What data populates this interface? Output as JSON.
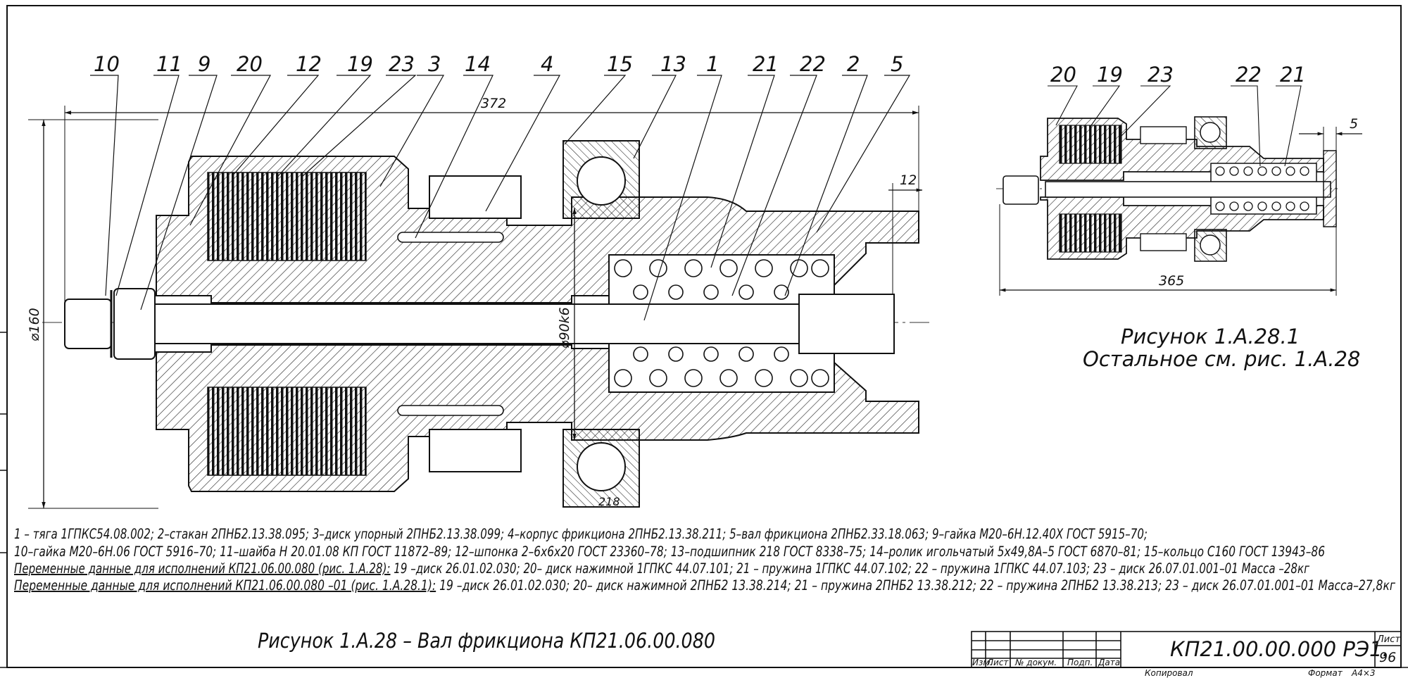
{
  "main_view": {
    "leader_numbers": [
      "10",
      "11",
      "9",
      "20",
      "12",
      "19",
      "23",
      "3",
      "14",
      "4",
      "15",
      "13",
      "1",
      "21",
      "22",
      "2",
      "5"
    ],
    "dim_length": "372",
    "dim_short": "12",
    "dim_diameter_left": "⌀160",
    "dim_diameter_center": "⌀90k6",
    "bearing_label": "218"
  },
  "detail_view": {
    "leader_numbers": [
      "20",
      "19",
      "23",
      "22",
      "21"
    ],
    "dim_length": "365",
    "dim_gap": "5",
    "caption_line1": "Рисунок 1.А.28.1",
    "caption_line2": "Остальное см. рис. 1.А.28"
  },
  "notes": {
    "line1": "1 – тяга 1ГПКС54.08.002; 2–стакан 2ПНБ2.13.38.095; 3–диск упорный 2ПНБ2.13.38.099; 4–корпус фрикциона 2ПНБ2.13.38.211; 5–вал фрикциона 2ПНБ2.33.18.063; 9–гайка М20–6Н.12.40Х ГОСТ 5915–70;",
    "line2": "10–гайка М20–6Н.06 ГОСТ 5916–70; 11–шайба Н 20.01.08 КП ГОСТ 11872–89; 12–шпонка 2–6х6х20 ГОСТ 23360–78; 13–подшипник 218 ГОСТ 8338–75; 14–ролик игольчатый 5х49,8А–5 ГОСТ 6870–81; 15–кольцо С160 ГОСТ 13943–86",
    "line3_underlined": "Переменные данные для исполнений КП21.06.00.080 (рис. 1.А.28):",
    "line3_rest": " 19 –диск 26.01.02.030; 20– диск нажимной 1ГПКС 44.07.101; 21 – пружина 1ГПКС 44.07.102; 22 – пружина 1ГПКС 44.07.103; 23 – диск 26.07.01.001–01 Масса –28кг",
    "line4_underlined": "Переменные данные для исполнений КП21.06.00.080 –01 (рис. 1.А.28.1):",
    "line4_rest": " 19 –диск 26.01.02.030; 20– диск нажимной 2ПНБ2 13.38.214; 21 – пружина 2ПНБ2 13.38.212; 22 – пружина 2ПНБ2 13.38.213; 23 – диск 26.07.01.001–01 Масса–27,8кг"
  },
  "main_caption": "Рисунок 1.А.28 – Вал фрикциона КП21.06.00.080",
  "title_block": {
    "headers": [
      "Изм.",
      "Лист",
      "№ докум.",
      "Подп.",
      "Дата"
    ],
    "doc_code": "КП21.00.00.000 РЭ1.",
    "sheet_label": "Лист",
    "sheet_number": "96",
    "copied_label": "Копировал",
    "format_label": "Формат",
    "format_value": "А4×3"
  }
}
